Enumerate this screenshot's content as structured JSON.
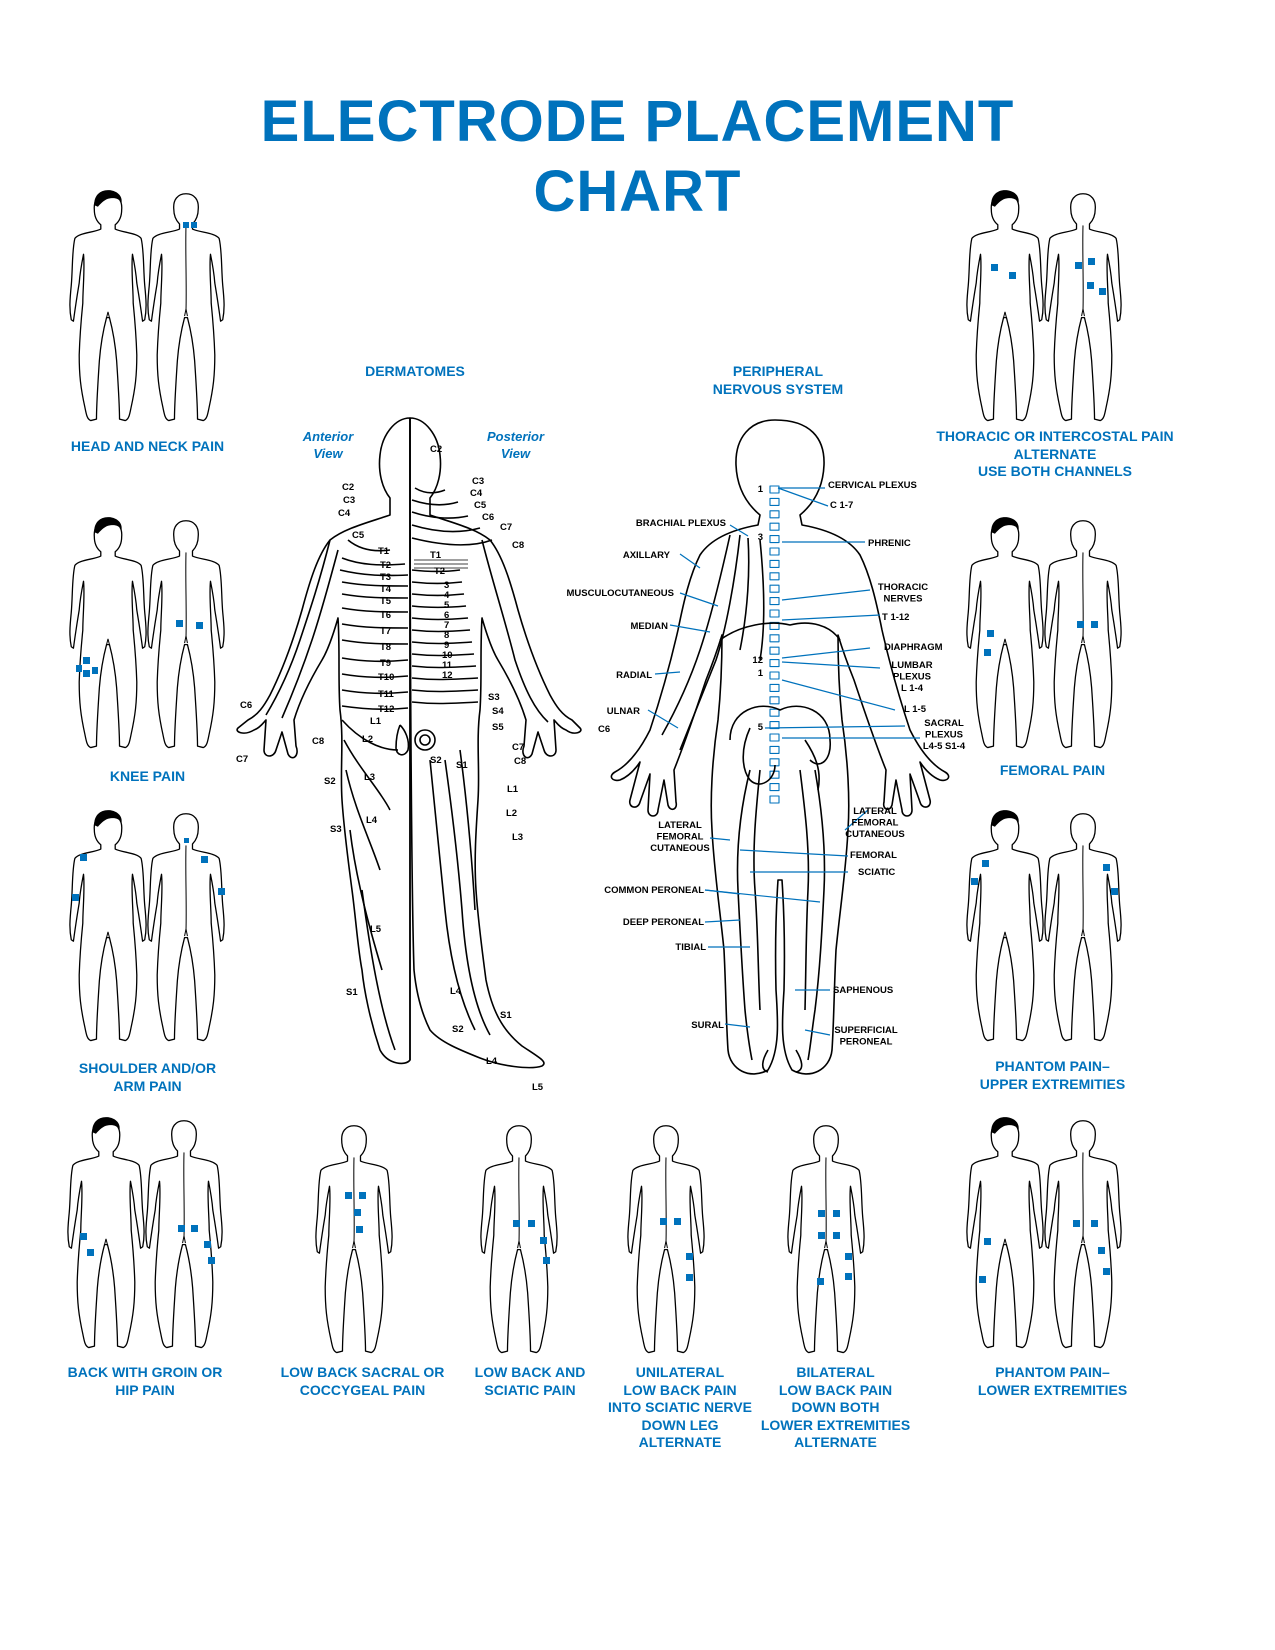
{
  "title": {
    "line1": "ELECTRODE PLACEMENT",
    "line2": "CHART"
  },
  "colors": {
    "accent": "#0072bc",
    "outline": "#000000",
    "hair": "#000000"
  },
  "dermatomes": {
    "heading": "DERMATOMES",
    "anterior": "Anterior\nView",
    "posterior": "Posterior\nView",
    "labels": [
      "C2",
      "C3",
      "C4",
      "C5",
      "C6",
      "C7",
      "C8",
      "T1",
      "T2",
      "T3",
      "T4",
      "T5",
      "T6",
      "T7",
      "T8",
      "T9",
      "T10",
      "T11",
      "T12",
      "L1",
      "L2",
      "L3",
      "L4",
      "L5",
      "S1",
      "S2",
      "S3",
      "S4",
      "S5",
      "3",
      "4",
      "5",
      "6",
      "7",
      "8",
      "9",
      "10",
      "11",
      "12"
    ]
  },
  "pns": {
    "heading": "PERIPHERAL\nNERVOUS SYSTEM",
    "labels": {
      "cervical_plexus": "CERVICAL PLEXUS",
      "c17": "C 1-7",
      "brachial": "BRACHIAL PLEXUS",
      "phrenic": "PHRENIC",
      "axillary": "AXILLARY",
      "thoracic_nerves": "THORACIC\nNERVES",
      "t112": "T 1-12",
      "musculo": "MUSCULOCUTANEOUS",
      "median": "MEDIAN",
      "diaphragm": "DIAPHRAGM",
      "lumbar": "LUMBAR\nPLEXUS\nL 1-4",
      "radial": "RADIAL",
      "l15": "L 1-5",
      "ulnar": "ULNAR",
      "sacral": "SACRAL\nPLEXUS\nL4-5 S1-4",
      "lat_fem_l": "LATERAL\nFEMORAL\nCUTANEOUS",
      "lat_fem_r": "LATERAL\nFEMORAL\nCUTANEOUS",
      "femoral": "FEMORAL",
      "sciatic": "SCIATIC",
      "common_peroneal": "COMMON PERONEAL",
      "deep_peroneal": "DEEP PERONEAL",
      "tibial": "TIBIAL",
      "saphenous": "SAPHENOUS",
      "sural": "SURAL",
      "sup_peroneal": "SUPERFICIAL\nPERONEAL",
      "n1": "1",
      "n3": "3",
      "n12": "12",
      "n1b": "1",
      "n5": "5"
    }
  },
  "figures": [
    {
      "id": "head-neck",
      "caption": "HEAD AND NECK PAIN"
    },
    {
      "id": "knee",
      "caption": "KNEE PAIN"
    },
    {
      "id": "shoulder-arm",
      "caption": "SHOULDER AND/OR\nARM PAIN"
    },
    {
      "id": "back-groin-hip",
      "caption": "BACK WITH GROIN OR\nHIP PAIN"
    },
    {
      "id": "thoracic",
      "caption": "THORACIC OR INTERCOSTAL PAIN\nALTERNATE\nUSE BOTH CHANNELS"
    },
    {
      "id": "femoral",
      "caption": "FEMORAL PAIN"
    },
    {
      "id": "phantom-upper",
      "caption": "PHANTOM PAIN–\nUPPER EXTREMITIES"
    },
    {
      "id": "phantom-lower",
      "caption": "PHANTOM PAIN–\nLOWER EXTREMITIES"
    },
    {
      "id": "low-back-sacral",
      "caption": "LOW BACK SACRAL OR\nCOCCYGEAL PAIN"
    },
    {
      "id": "low-back-sciatic",
      "caption": "LOW BACK AND\nSCIATIC PAIN"
    },
    {
      "id": "unilateral",
      "caption": "UNILATERAL\nLOW BACK PAIN\nINTO SCIATIC NERVE\nDOWN LEG\nALTERNATE"
    },
    {
      "id": "bilateral",
      "caption": "BILATERAL\nLOW BACK PAIN\nDOWN BOTH\nLOWER EXTREMITIES\nALTERNATE"
    }
  ]
}
